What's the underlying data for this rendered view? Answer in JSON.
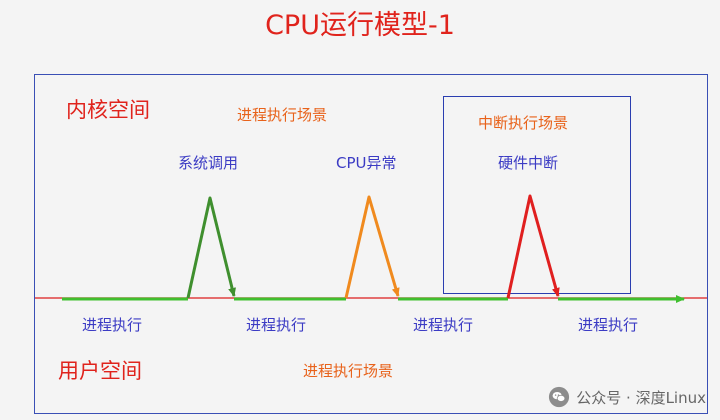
{
  "title": "CPU运行模型-1",
  "spaces": {
    "kernel": "内核空间",
    "user": "用户空间"
  },
  "scenes": {
    "kernel_process": "进程执行场景",
    "interrupt": "中断执行场景",
    "user_process": "进程执行场景"
  },
  "events": [
    {
      "label": "系统调用",
      "color": "#3f8f2e"
    },
    {
      "label": "CPU异常",
      "color": "#f08a1e"
    },
    {
      "label": "硬件中断",
      "color": "#e01f1f"
    }
  ],
  "exec_labels": [
    "进程执行",
    "进程执行",
    "进程执行",
    "进程执行"
  ],
  "colors": {
    "baseline": "#e04040",
    "process_flow": "#3fbf2e",
    "frame": "#3a4fb5"
  },
  "watermark": {
    "text": "公众号 · 深度Linux",
    "icon": "wechat-icon"
  }
}
